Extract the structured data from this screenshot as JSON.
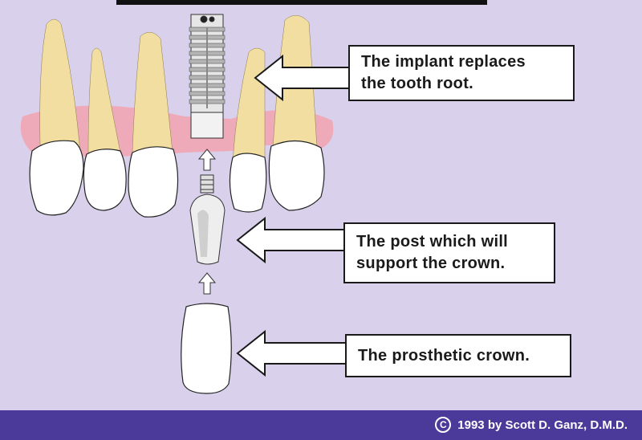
{
  "callouts": {
    "implant": "The implant replaces\nthe tooth root.",
    "post": "The post which will\nsupport the crown.",
    "crown": "The prosthetic crown."
  },
  "footer": {
    "copyright_symbol": "C",
    "copyright_text": "1993 by Scott D. Ganz, D.M.D."
  },
  "colors": {
    "background": "#d9d1ec",
    "gum": "#eeaab8",
    "tooth_root": "#f2dea0",
    "crown": "#ffffff",
    "footer": "#4b3a9a"
  }
}
